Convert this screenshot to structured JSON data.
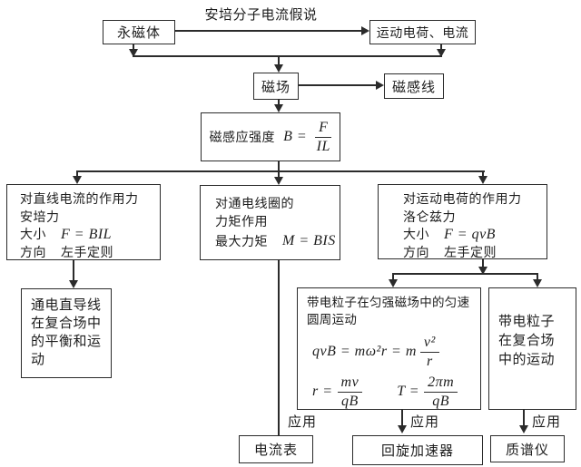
{
  "colors": {
    "background": "#ffffff",
    "line": "#2b2b2b",
    "text": "#1d1d1d"
  },
  "title": "安培分子电流假说",
  "edge_labels": {
    "application": "应用"
  },
  "boxes": {
    "permanent_magnet": {
      "label": "永磁体"
    },
    "moving_charge_current": {
      "label": "运动电荷、电流"
    },
    "magnetic_field": {
      "label": "磁场"
    },
    "magnetic_field_lines": {
      "label": "磁感线"
    },
    "flux_density": {
      "label": "磁感应强度",
      "formula_lhs": "B =",
      "frac_num": "F",
      "frac_den": "IL"
    },
    "ampere_force": {
      "line1": "对直线电流的作用力",
      "line2": "安培力",
      "magnitude_label": "大小",
      "magnitude_formula": "F = BIL",
      "direction_label": "方向",
      "direction_value": "左手定则"
    },
    "coil_torque": {
      "line1": "对通电线圈的",
      "line2": "力矩作用",
      "max_torque_label": "最大力矩",
      "max_torque_formula": "M = BIS"
    },
    "lorentz_force": {
      "line1": "对运动电荷的作用力",
      "line2": "洛仑兹力",
      "magnitude_label": "大小",
      "magnitude_formula": "F = qvB",
      "direction_label": "方向",
      "direction_value": "左手定则"
    },
    "wire_in_composite_field": {
      "label": "通电直导线在复合场中的平衡和运动"
    },
    "circular_motion": {
      "line1": "带电粒子在匀强磁场中的匀速",
      "line2": "圆周运动",
      "formula1_lhs": "qvB = mω²r = m",
      "formula1_num": "v²",
      "formula1_den": "r",
      "formula2_lhs": "r =",
      "formula2_num": "mv",
      "formula2_den": "qB",
      "formula3_lhs": "T =",
      "formula3_num": "2πm",
      "formula3_den": "qB"
    },
    "particle_in_composite_field": {
      "label": "带电粒子在复合场中的运动"
    },
    "ammeter": {
      "label": "电流表"
    },
    "cyclotron": {
      "label": "回旋加速器"
    },
    "mass_spectrometer": {
      "label": "质谱仪"
    }
  }
}
